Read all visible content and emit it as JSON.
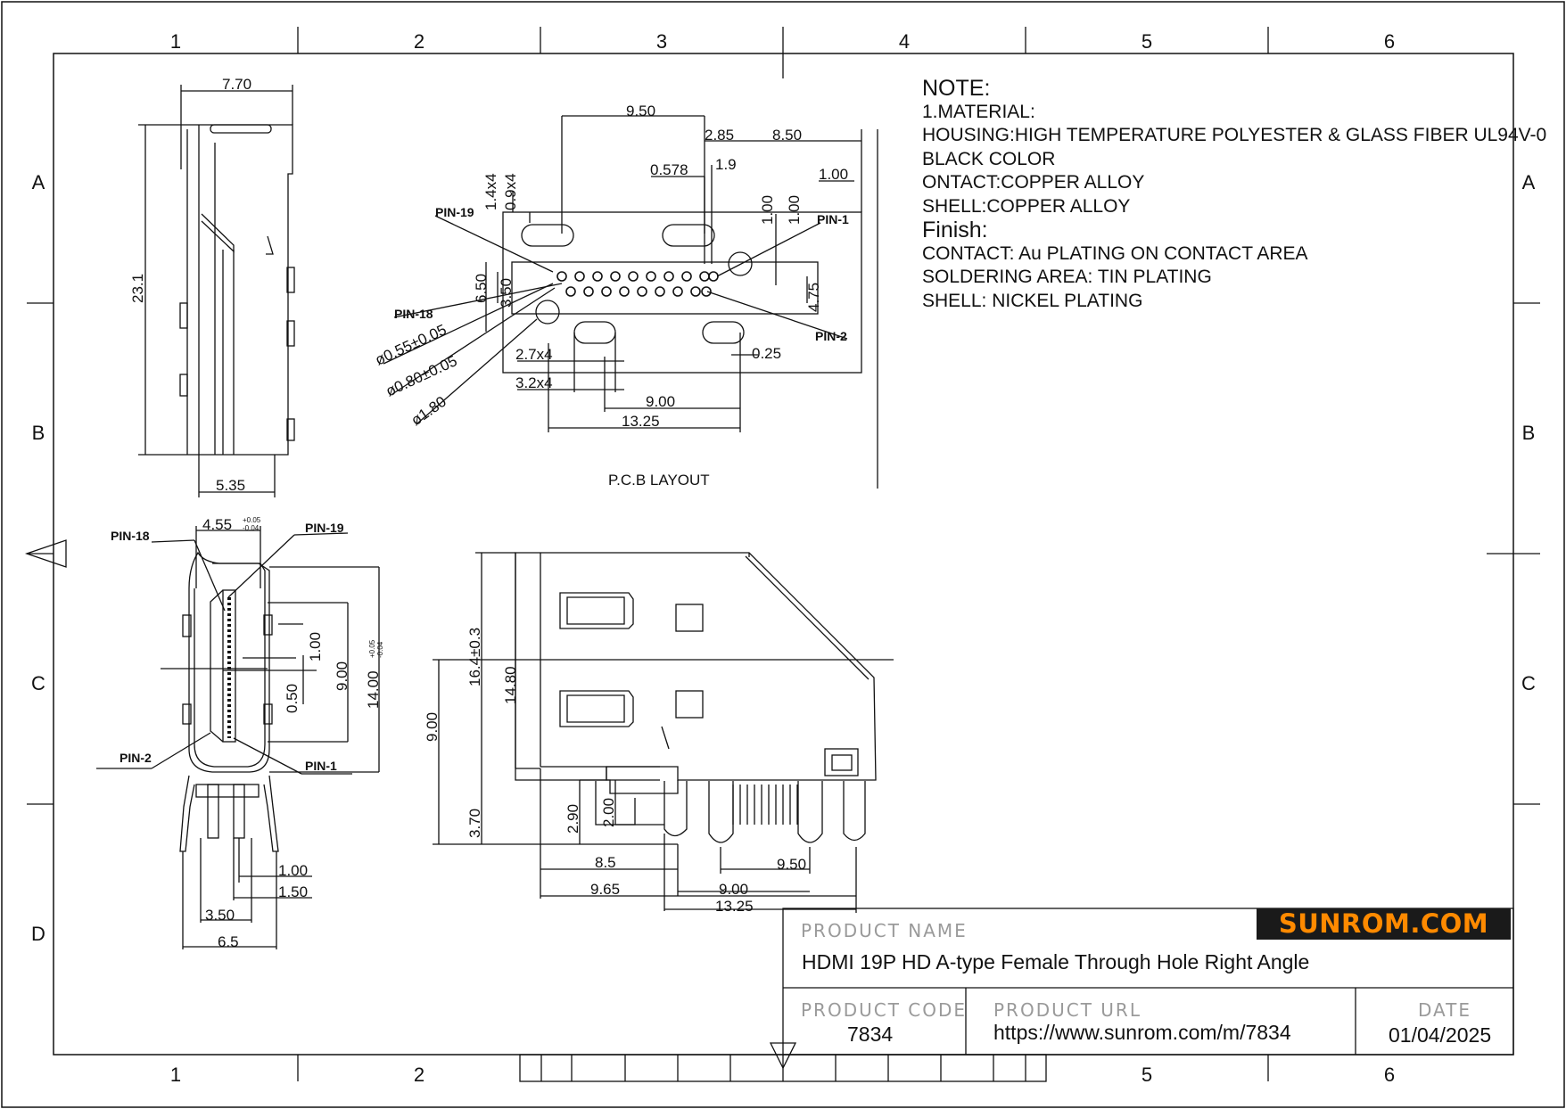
{
  "grid": {
    "columns": [
      "1",
      "2",
      "3",
      "4",
      "5",
      "6"
    ],
    "rows": [
      "A",
      "B",
      "C",
      "D"
    ]
  },
  "notes": {
    "heading": "NOTE:",
    "material": "1.MATERIAL:",
    "housing": "HOUSING:HIGH TEMPERATURE POLYESTER & GLASS FIBER UL94V-0",
    "color": "BLACK COLOR",
    "contact_material": "ONTACT:COPPER ALLOY",
    "shell_material": "SHELL:COPPER ALLOY",
    "finish_heading": "Finish:",
    "contact_finish": "CONTACT: Au PLATING ON CONTACT AREA",
    "solder_finish": "SOLDERING AREA: TIN PLATING",
    "shell_finish": "SHELL: NICKEL PLATING"
  },
  "pcb_layout": {
    "title": "P.C.B LAYOUT",
    "dims": {
      "d950": "9.50",
      "d285": "2.85",
      "d850": "8.50",
      "d0578": "0.578",
      "d19": "1.9",
      "d100a": "1.00",
      "d100b": "1.00",
      "d100c": "1.00",
      "d14x4": "1.4x4",
      "d09x4": "0.9x4",
      "d650": "6.50",
      "d350": "3.50",
      "d475": "4.75",
      "d27x4": "2.7x4",
      "d32x4": "3.2x4",
      "d025": "0.25",
      "d900": "9.00",
      "d1325": "13.25",
      "dia055": "ø0.55±0.05",
      "dia080": "ø0.80±0.05",
      "dia180": "ø1.80"
    },
    "pins": {
      "p19": "PIN-19",
      "p18": "PIN-18",
      "p1": "PIN-1",
      "p2": "PIN-2"
    }
  },
  "side_view": {
    "dims": {
      "d770": "7.70",
      "d231": "23.1",
      "d535": "5.35"
    }
  },
  "front_view": {
    "dims": {
      "d455": "4.55",
      "d455_tol_up": "+0.05",
      "d455_tol_dn": "-0.04",
      "d100": "1.00",
      "d900": "9.00",
      "d050": "0.50",
      "d1400": "14.00",
      "d1400_tol_up": "+0.05",
      "d1400_tol_dn": "-0.04",
      "d100b": "1.00",
      "d150": "1.50",
      "d350": "3.50",
      "d65": "6.5"
    },
    "pins": {
      "p18": "PIN-18",
      "p19": "PIN-19",
      "p2": "PIN-2",
      "p1": "PIN-1"
    }
  },
  "right_view": {
    "dims": {
      "d164": "16.4±0.3",
      "d1480": "14.80",
      "d900v": "9.00",
      "d370": "3.70",
      "d290": "2.90",
      "d200": "2.00",
      "d85": "8.5",
      "d950": "9.50",
      "d965": "9.65",
      "d900": "9.00",
      "d1325": "13.25"
    }
  },
  "title_block": {
    "product_name_label": "PRODUCT NAME",
    "product_name": "HDMI 19P HD A-type Female Through Hole Right Angle",
    "product_code_label": "PRODUCT CODE",
    "product_code": "7834",
    "product_url_label": "PRODUCT URL",
    "product_url": "https://www.sunrom.com/m/7834",
    "date_label": "DATE",
    "date": "01/04/2025",
    "logo": "SUNROM.COM"
  },
  "colors": {
    "logo_bg": "#1a1a1a",
    "logo_text": "#ff8a00",
    "label_gray": "#9a9a9a",
    "line": "#111111"
  }
}
